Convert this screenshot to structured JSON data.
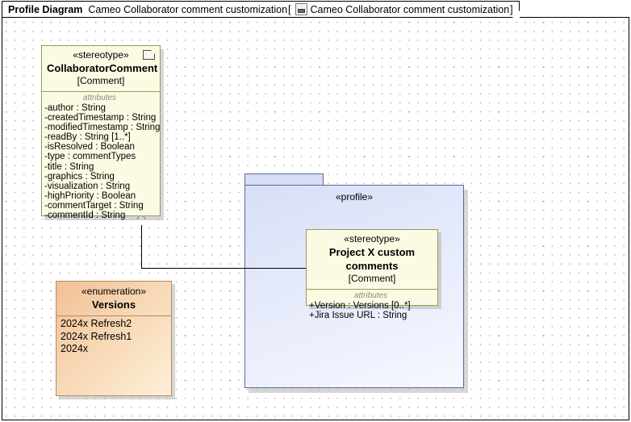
{
  "titlebar": {
    "kind": "Profile Diagram",
    "diagram_name": "Cameo Collaborator comment customization",
    "bracket_open": "[",
    "bracket_close": "]",
    "owner_name": "Cameo Collaborator comment customization",
    "icon": "diagram-icon"
  },
  "canvas": {
    "background": "#ffffff",
    "grid": "dotted"
  },
  "nodes": {
    "collaborator_comment": {
      "stereotype": "«stereotype»",
      "name": "CollaboratorComment",
      "base": "[Comment]",
      "compartment_title": "attributes",
      "icon": "note-icon",
      "attributes": [
        "-author : String",
        "-createdTimestamp : String",
        "-modifiedTimestamp : String",
        "-readBy : String [1..*]",
        "-isResolved : Boolean",
        "-type : commentTypes",
        "-title : String",
        "-graphics : String",
        "-visualization : String",
        "-highPriority : Boolean",
        "-commentTarget : String",
        "-commentId : String"
      ],
      "fill": "#fbfbe4",
      "border": "#9a9a5c"
    },
    "project_x_stereotype": {
      "stereotype": "«stereotype»",
      "name": "Project X custom comments",
      "base": "[Comment]",
      "compartment_title": "attributes",
      "attributes": [
        "+Version : Versions [0..*]",
        "+Jira Issue URL : String"
      ],
      "fill": "#fbfbe4",
      "border": "#9a9a5c"
    },
    "versions_enumeration": {
      "stereotype": "«enumeration»",
      "name": "Versions",
      "literals": [
        "2024x Refresh2",
        "2024x Refresh1",
        "2024x"
      ],
      "fill": "#f2c095",
      "border": "#b08a5e"
    },
    "profile_package": {
      "stereotype": "«profile»",
      "fill": "#dde3f8",
      "border": "#5a6a9a"
    }
  },
  "connectors": {
    "generalization": {
      "type": "generalization",
      "source": "Project X custom comments",
      "target": "CollaboratorComment"
    }
  }
}
